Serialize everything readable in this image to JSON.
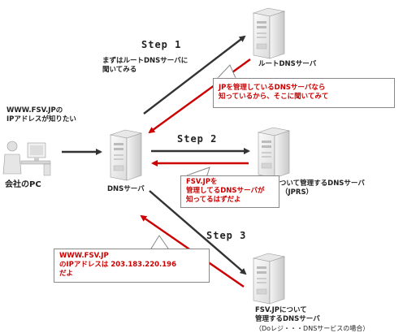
{
  "steps": {
    "step1": "Step 1",
    "step2": "Step 2",
    "step3": "Step 3"
  },
  "nodes": {
    "pc": {
      "question_line1": "WWW.FSV.JPの",
      "question_line2": "IPアドレスが知りたい",
      "label": "会社のPC"
    },
    "dns_server": {
      "label": "DNSサーバ"
    },
    "root_dns": {
      "label": "ルートDNSサーバ"
    },
    "jprs_dns": {
      "label_line1": "JPについて管理するDNSサーバ",
      "label_line2": "（JPRS）"
    },
    "fsv_dns": {
      "label_line1": "FSV.JPについて",
      "label_line2": "管理するDNSサーバ",
      "label_line3": "（Doレジ・・・DNSサービスの場合）"
    }
  },
  "messages": {
    "step1_request_line1": "まずはルートDNSサーバに",
    "step1_request_line2": "聞いてみる",
    "step1_reply_line1": "JPを管理しているDNSサーバなら",
    "step1_reply_line2": "知っているから、そこに聞いてみて",
    "step2_reply_line1": "FSV.JPを",
    "step2_reply_line2": "管理してるDNSサーバが",
    "step2_reply_line3": "知ってるはずだよ",
    "step3_reply_line1": "WWW.FSV.JP",
    "step3_reply_line2": "のIPアドレスは 203.183.220.196",
    "step3_reply_line3": "だよ"
  },
  "colors": {
    "request_arrow": "#333333",
    "reply_arrow": "#cc0000",
    "reply_text": "#cc0000"
  }
}
